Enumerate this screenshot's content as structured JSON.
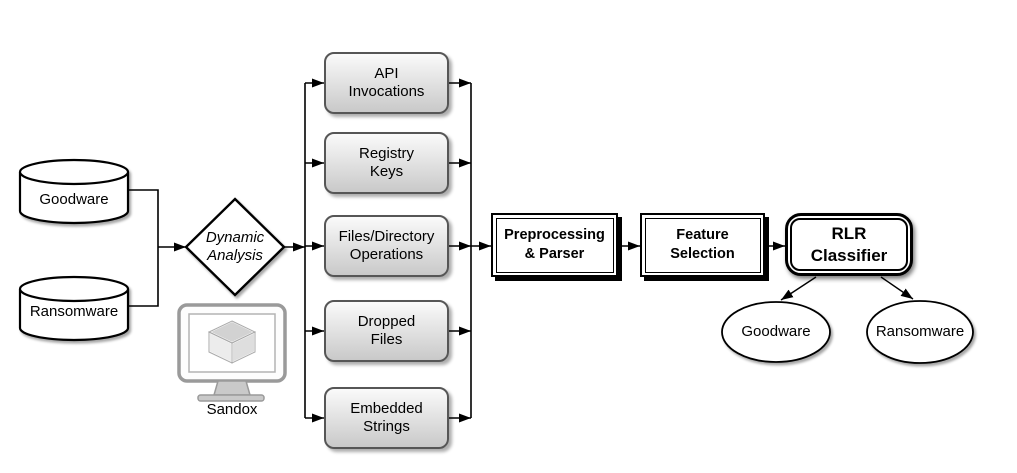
{
  "diagram": {
    "sources": [
      {
        "label": "Goodware"
      },
      {
        "label": "Ransomware"
      }
    ],
    "analysis": {
      "label": "Dynamic\nAnalysis"
    },
    "sandbox": {
      "label": "Sandox"
    },
    "features": [
      {
        "label": "API\nInvocations"
      },
      {
        "label": "Registry\nKeys"
      },
      {
        "label": "Files/Directory\nOperations"
      },
      {
        "label": "Dropped\nFiles"
      },
      {
        "label": "Embedded\nStrings"
      }
    ],
    "pipeline": [
      {
        "label": "Preprocessing\n& Parser"
      },
      {
        "label": "Feature\nSelection"
      },
      {
        "label": "RLR\nClassifier"
      }
    ],
    "outputs": [
      {
        "label": "Goodware"
      },
      {
        "label": "Ransomware"
      }
    ],
    "colors": {
      "line": "#000000",
      "feature_box_border": "#565656",
      "feature_box_fill_top": "#fafafa",
      "feature_box_fill_bottom": "#c9c9c9",
      "icon_gray": "#9a9a9a",
      "shape_fill": "#ffffff"
    }
  }
}
